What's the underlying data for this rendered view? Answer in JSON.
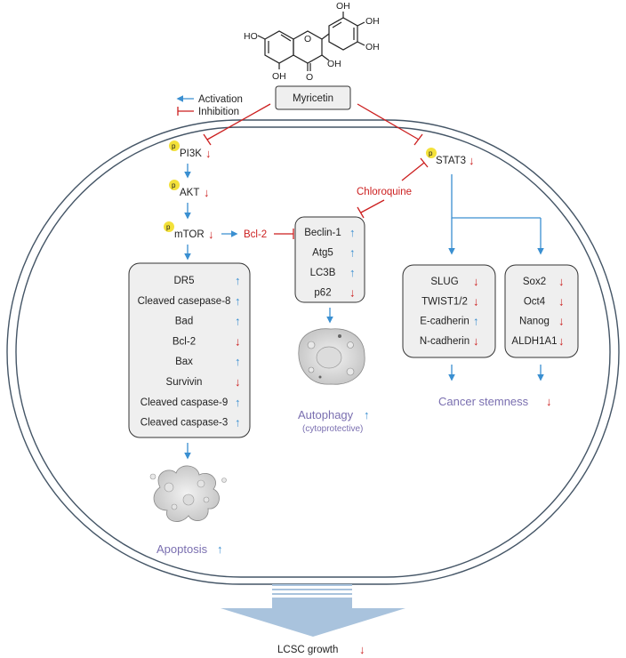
{
  "compound": {
    "name": "Myricetin",
    "oh_labels": [
      "HO",
      "OH",
      "OH",
      "OH",
      "OH",
      "OH"
    ],
    "o_label": "O"
  },
  "legend": {
    "activation": "Activation",
    "inhibition": "Inhibition"
  },
  "pathway_left": {
    "p_badge": "p",
    "pi3k": "PI3K",
    "akt": "AKT",
    "mtor": "mTOR",
    "bcl2_link": "Bcl-2"
  },
  "pathway_right": {
    "p_badge": "p",
    "stat3": "STAT3",
    "chloroquine": "Chloroquine"
  },
  "apoptosis_box": {
    "items": [
      "DR5",
      "Cleaved casepase-8",
      "Bad",
      "Bcl-2",
      "Bax",
      "Survivin",
      "Cleaved caspase-9",
      "Cleaved caspase-3"
    ],
    "arrows": [
      "↑",
      "↑",
      "↑",
      "↓",
      "↑",
      "↓",
      "↑",
      "↑"
    ]
  },
  "autophagy_box": {
    "items": [
      "Beclin-1",
      "Atg5",
      "LC3B",
      "p62"
    ],
    "arrows": [
      "↑",
      "↑",
      "↑",
      "↓"
    ]
  },
  "emt_box": {
    "items": [
      "SLUG",
      "TWIST1/2",
      "E-cadherin",
      "N-cadherin"
    ],
    "arrows": [
      "↓",
      "↓",
      "↑",
      "↓"
    ]
  },
  "stem_box": {
    "items": [
      "Sox2",
      "Oct4",
      "Nanog",
      "ALDH1A1"
    ],
    "arrows": [
      "↓",
      "↓",
      "↓",
      "↓"
    ]
  },
  "outcomes": {
    "apoptosis": "Apoptosis",
    "autophagy": "Autophagy",
    "autophagy_note": "(cytoprotective)",
    "stemness": "Cancer stemness",
    "growth": "LCSC growth"
  },
  "direction_arrows": {
    "up": "↑",
    "down": "↓"
  },
  "colors": {
    "activation": "#3a8fd1",
    "inhibition": "#cc1f1f",
    "box_fill": "#efefef",
    "outcome_text": "#7a6fb0",
    "cell_outline": "#445566",
    "funnel": "#a9c3dd"
  }
}
